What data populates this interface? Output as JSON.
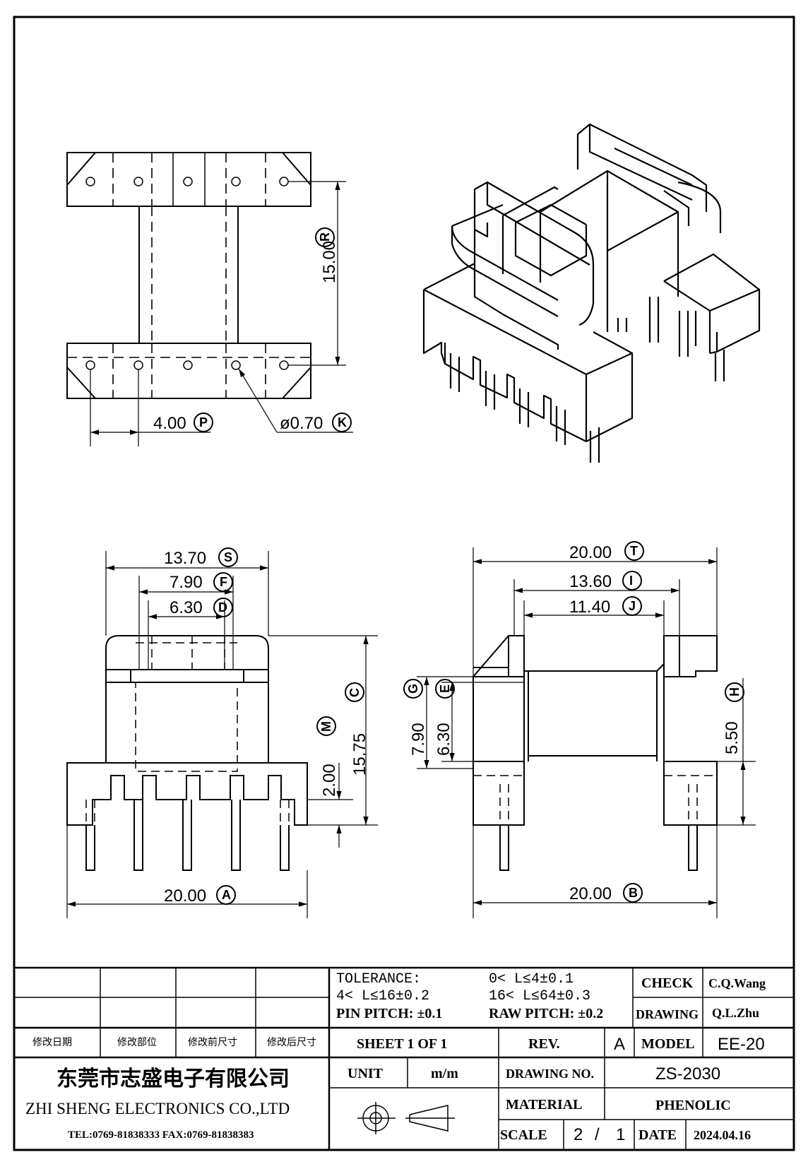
{
  "drawing": {
    "top_view": {
      "dim_15_00": "15.00",
      "tag_r": "R",
      "dim_4_00": "4.00",
      "tag_p": "P",
      "dim_hole": "ø0.70",
      "tag_k": "K"
    },
    "front_view": {
      "dim_13_70": "13.70",
      "tag_s": "S",
      "dim_7_90": "7.90",
      "tag_f": "F",
      "dim_6_30": "6.30",
      "tag_d": "D",
      "dim_15_75": "15.75",
      "tag_c": "C",
      "dim_2_00": "2.00",
      "tag_m": "M",
      "dim_20_00": "20.00",
      "tag_a": "A"
    },
    "side_view": {
      "dim_20_00_top": "20.00",
      "tag_t": "T",
      "dim_13_60": "13.60",
      "tag_i": "I",
      "dim_11_40": "11.40",
      "tag_j": "J",
      "dim_7_90": "7.90",
      "tag_g": "G",
      "dim_6_30": "6.30",
      "tag_e": "E",
      "dim_5_50": "5.50",
      "tag_h": "H",
      "dim_20_00_bottom": "20.00",
      "tag_b": "B"
    }
  },
  "title_block": {
    "revision_headers": [
      "修改日期",
      "修改部位",
      "修改前尺寸",
      "修改后尺寸"
    ],
    "tolerance_label": "TOLERANCE:",
    "tol_1": "0< L≤4±0.1",
    "tol_2": "4< L≤16±0.2",
    "tol_3": "16< L≤64±0.3",
    "pin_pitch": "PIN PITCH: ±0.1",
    "raw_pitch": "RAW PITCH: ±0.2",
    "check_label": "CHECK",
    "check_value": "C.Q.Wang",
    "drawing_label": "DRAWING",
    "drawing_value": "Q.L.Zhu",
    "sheet": "SHEET 1 OF 1",
    "rev_label": "REV.",
    "rev_value": "A",
    "model_label": "MODEL",
    "model_value": "EE-20",
    "company_cn": "东莞市志盛电子有限公司",
    "company_en": "ZHI SHENG ELECTRONICS CO.,LTD",
    "contact": "TEL:0769-81838333 FAX:0769-81838383",
    "unit_label": "UNIT",
    "unit_value": "m/m",
    "drawing_no_label": "DRAWING NO.",
    "drawing_no_value": "ZS-2030",
    "material_label": "MATERIAL",
    "material_value": "PHENOLIC",
    "scale_label": "SCALE",
    "scale_num": "2",
    "scale_sep": "/",
    "scale_den": "1",
    "date_label": "DATE",
    "date_value": "2024.04.16"
  }
}
